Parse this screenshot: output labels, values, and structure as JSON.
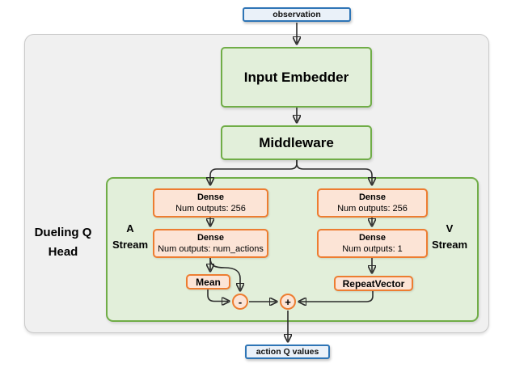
{
  "diagram": {
    "observation_label": "observation",
    "input_embedder_label": "Input Embedder",
    "middleware_label": "Middleware",
    "dueling_head": {
      "line1": "Dueling Q",
      "line2": "Head"
    },
    "a_stream": {
      "line1": "A",
      "line2": "Stream"
    },
    "v_stream": {
      "line1": "V",
      "line2": "Stream"
    },
    "dense_a1": {
      "title": "Dense",
      "subtitle": "Num outputs: 256"
    },
    "dense_a2": {
      "title": "Dense",
      "subtitle": "Num outputs: num_actions"
    },
    "dense_v1": {
      "title": "Dense",
      "subtitle": "Num outputs: 256"
    },
    "dense_v2": {
      "title": "Dense",
      "subtitle": "Num outputs: 1"
    },
    "mean_label": "Mean",
    "repeat_vector_label": "RepeatVector",
    "minus_operator": "-",
    "plus_operator": "+",
    "action_q_label": "action Q values",
    "colors": {
      "blue_border": "#2e75b6",
      "blue_fill": "#eaf1f9",
      "green_border": "#70ad47",
      "green_fill": "#e2efda",
      "orange_border": "#ed7d31",
      "orange_fill": "#fce4d6",
      "outer_container_fill": "#f0f0f0",
      "outer_container_border": "#c9c9c9",
      "arrow": "#2b2b2b"
    }
  }
}
